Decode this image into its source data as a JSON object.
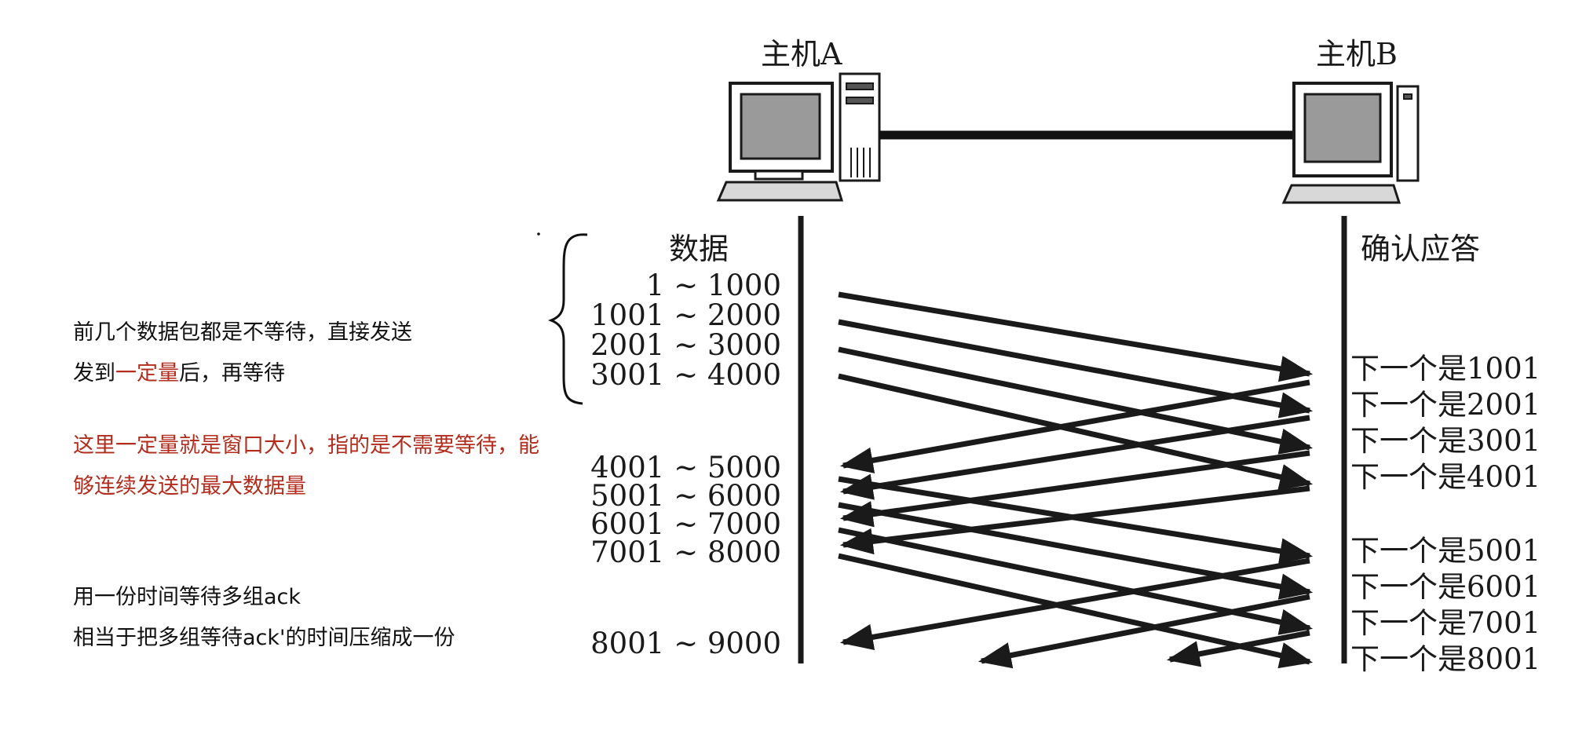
{
  "hosts": {
    "a": "主机A",
    "b": "主机B"
  },
  "columns": {
    "data": "数据",
    "ack": "确认应答"
  },
  "data_ranges": [
    "1 ~ 1000",
    "1001 ~ 2000",
    "2001 ~ 3000",
    "3001 ~ 4000",
    "4001 ~ 5000",
    "5001 ~ 6000",
    "6001 ~ 7000",
    "7001 ~ 8000",
    "8001 ~ 9000"
  ],
  "acks": [
    "下一个是1001",
    "下一个是2001",
    "下一个是3001",
    "下一个是4001",
    "下一个是5001",
    "下一个是6001",
    "下一个是7001",
    "下一个是8001"
  ],
  "notes": {
    "line1": "前几个数据包都是不等待，直接发送",
    "line2_pre": "发到",
    "line2_red": "一定量",
    "line2_post": "后，再等待",
    "window_line1": "这里一定量就是窗口大小，指的是不需要等待，能",
    "window_line2": "够连续发送的最大数据量",
    "ack_line1": "用一份时间等待多组ack",
    "ack_line2": "相当于把多组等待ack'的时间压缩成一份"
  },
  "colors": {
    "ink": "#1a1a1a",
    "accent_red": "#b22d1e",
    "screen": "#9a9a9a"
  }
}
